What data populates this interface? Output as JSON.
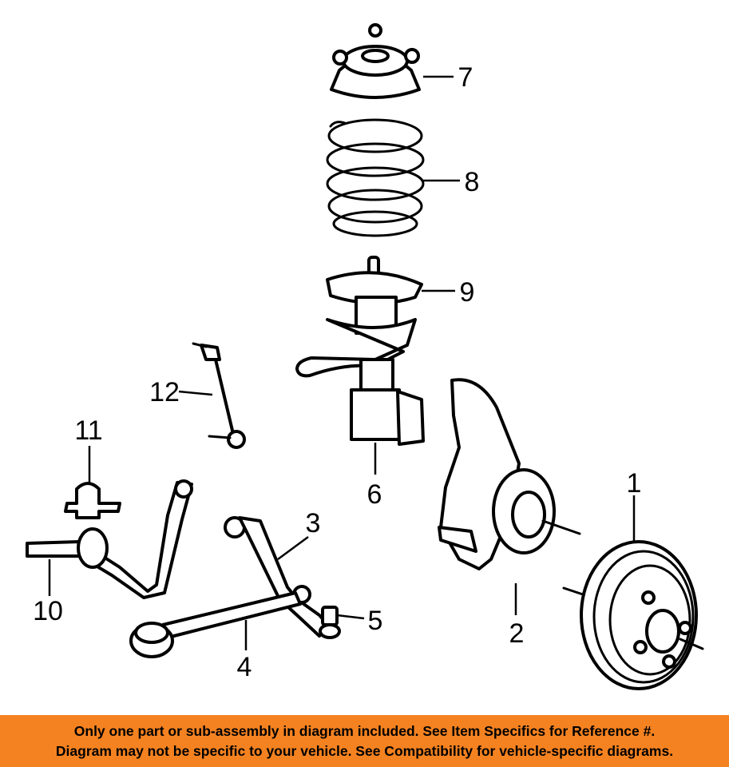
{
  "diagram": {
    "callouts": {
      "c1": "1",
      "c2": "2",
      "c3": "3",
      "c4": "4",
      "c5": "5",
      "c6": "6",
      "c7": "7",
      "c8": "8",
      "c9": "9",
      "c10": "10",
      "c11": "11",
      "c12": "12"
    }
  },
  "disclaimer": {
    "line1": "Only one part or sub-assembly in diagram included. See Item Specifics for Reference #.",
    "line2": "Diagram may not be specific to your vehicle. See Compatibility for vehicle-specific diagrams."
  },
  "colors": {
    "banner": "#f58220",
    "ink": "#000000",
    "background": "#ffffff"
  }
}
